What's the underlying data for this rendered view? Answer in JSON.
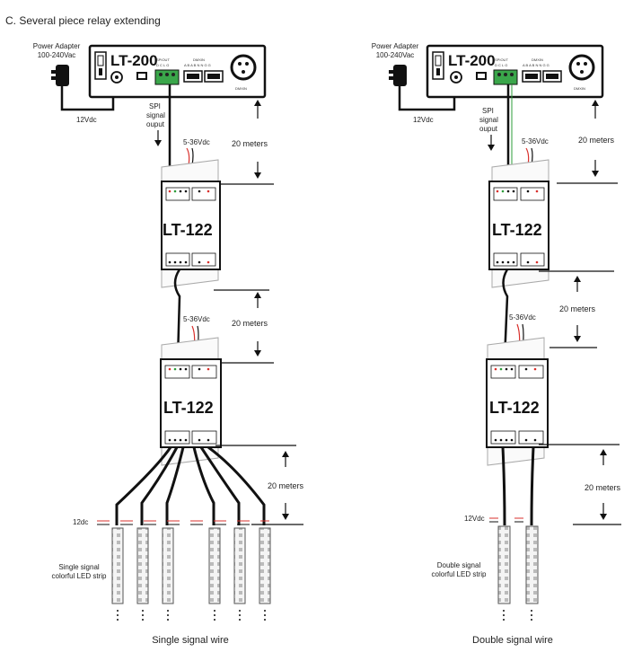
{
  "title": "C. Several piece relay extending",
  "left": {
    "controller_model": "LT-200",
    "power_adapter_label": "Power Adapter",
    "power_adapter_range": "100-240Vac",
    "voltage_12": "12Vdc",
    "spi_label_1": "SPI",
    "spi_label_2": "signal",
    "spi_label_3": "ouput",
    "amp_voltage_1": "5-36Vdc",
    "amp_voltage_2": "5-36Vdc",
    "distance_1": "20 meters",
    "distance_2": "20 meters",
    "distance_3": "20 meters",
    "amp_model_1": "LT-122",
    "amp_model_2": "LT-122",
    "strip_voltage": "12dc",
    "strip_label_1": "Single signal",
    "strip_label_2": "colorful LED strip",
    "caption": "Single signal wire"
  },
  "right": {
    "controller_model": "LT-200",
    "power_adapter_label": "Power Adapter",
    "power_adapter_range": "100-240Vac",
    "voltage_12": "12Vdc",
    "spi_label_1": "SPI",
    "spi_label_2": "signal",
    "spi_label_3": "ouput",
    "amp_voltage_1": "5-36Vdc",
    "amp_voltage_2": "5-36Vdc",
    "distance_1": "20 meters",
    "distance_2": "20 meters",
    "distance_3": "20 meters",
    "amp_model_1": "LT-122",
    "amp_model_2": "LT-122",
    "strip_voltage": "12Vdc",
    "strip_label_1": "Double signal",
    "strip_label_2": "colorful LED strip",
    "caption": "Double signal wire"
  },
  "controller_panel": {
    "spiout": "SPIOUT",
    "spi_pins": "D C L G",
    "dmxin": "DMXIN",
    "dmx_pins": "A B A B N N G G",
    "dmxin_bottom": "DMXIN"
  },
  "colors": {
    "wire": "#111111",
    "power_red": "#d9302c",
    "signal_green": "#2e9d3a",
    "terminal_green": "#3aa64a",
    "device_fill": "#ffffff"
  }
}
